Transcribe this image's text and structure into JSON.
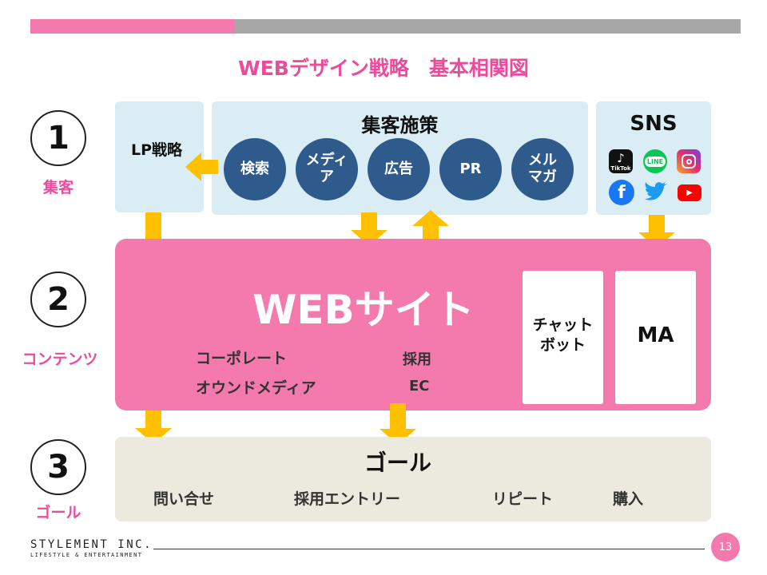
{
  "title": "WEBデザイン戦略　基本相関図",
  "stages": [
    {
      "number": "1",
      "label": "集客"
    },
    {
      "number": "2",
      "label": "コンテンツ"
    },
    {
      "number": "3",
      "label": "ゴール"
    }
  ],
  "lp": {
    "label": "LP戦略"
  },
  "acquisition": {
    "title": "集客施策",
    "measures": [
      {
        "label": "検索"
      },
      {
        "label": "メディ\nア"
      },
      {
        "label": "広告"
      },
      {
        "label": "PR"
      },
      {
        "label": "メル\nマガ"
      }
    ]
  },
  "sns": {
    "title": "SNS",
    "icons": [
      {
        "name": "tiktok-icon",
        "text": "TikTok",
        "color": "#111111"
      },
      {
        "name": "line-icon",
        "text": "LINE",
        "color": "#06c755"
      },
      {
        "name": "instagram-icon",
        "text": "",
        "color": "#d6249f"
      },
      {
        "name": "facebook-icon",
        "text": "f",
        "color": "#1877f2"
      },
      {
        "name": "twitter-icon",
        "text": "",
        "color": "#1d9bf0"
      },
      {
        "name": "youtube-icon",
        "text": "▶",
        "color": "#ff0000"
      }
    ]
  },
  "website": {
    "title": "WEBサイト",
    "items": [
      "コーポレート",
      "採用",
      "オウンドメディア",
      "EC"
    ],
    "chatbot": "チャット\nボット",
    "ma": "MA"
  },
  "goal": {
    "title": "ゴール",
    "items": [
      "問い合せ",
      "採用エントリー",
      "リピート",
      "購入"
    ]
  },
  "footer": {
    "logo": "STYLEMENT INC.",
    "tagline": "LIFESTYLE & ENTERTAINMENT",
    "page": "13"
  },
  "colors": {
    "accent_pink": "#f47aae",
    "title_pink": "#ec4b9c",
    "panel_blue": "#dbedf4",
    "circle_navy": "#2f5a8c",
    "arrow_yellow": "#ffc000",
    "goal_beige": "#ece9df"
  }
}
